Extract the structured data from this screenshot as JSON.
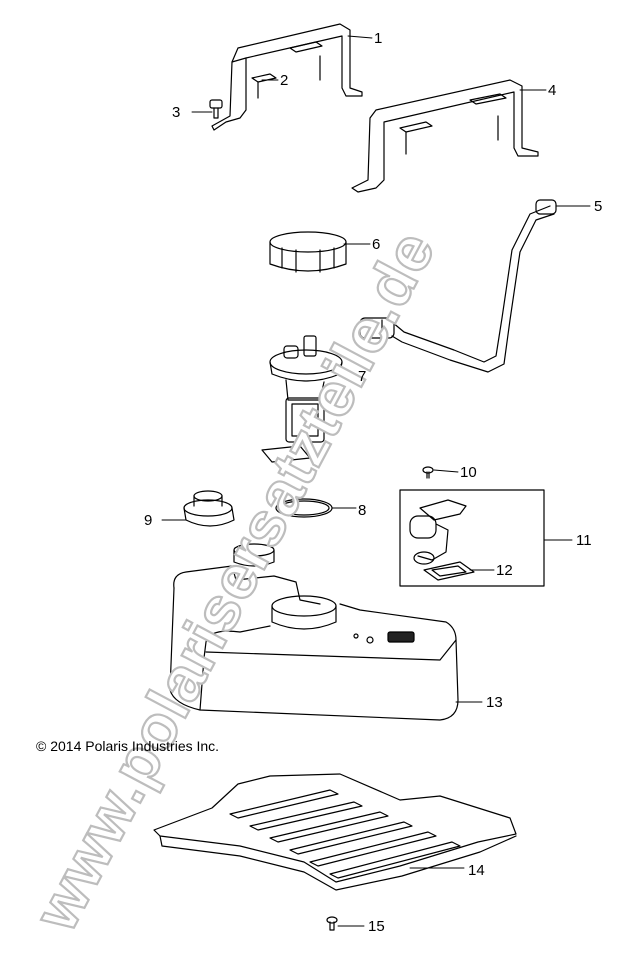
{
  "callouts": [
    {
      "id": "1",
      "label": "1"
    },
    {
      "id": "2",
      "label": "2"
    },
    {
      "id": "3",
      "label": "3"
    },
    {
      "id": "4",
      "label": "4"
    },
    {
      "id": "5",
      "label": "5"
    },
    {
      "id": "6",
      "label": "6"
    },
    {
      "id": "7",
      "label": "7"
    },
    {
      "id": "8",
      "label": "8"
    },
    {
      "id": "9",
      "label": "9"
    },
    {
      "id": "10",
      "label": "10"
    },
    {
      "id": "11",
      "label": "11"
    },
    {
      "id": "12",
      "label": "12"
    },
    {
      "id": "13",
      "label": "13"
    },
    {
      "id": "14",
      "label": "14"
    },
    {
      "id": "15",
      "label": "15"
    }
  ],
  "copyright": "© 2014 Polaris Industries Inc.",
  "watermark": "www.polarisersatzteile.de"
}
